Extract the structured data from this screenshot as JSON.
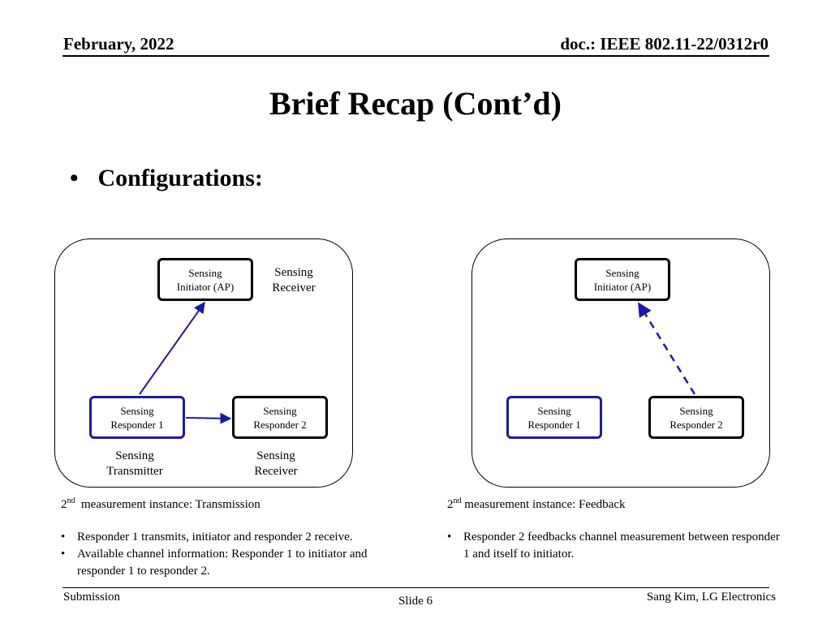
{
  "header": {
    "date": "February, 2022",
    "doc": "doc.: IEEE 802.11-22/0312r0"
  },
  "title": "Brief Recap (Cont’d)",
  "bullet": {
    "marker": "•",
    "text": "Configurations:"
  },
  "left_panel": {
    "initiator": [
      "Sensing",
      "Initiator (AP)"
    ],
    "receiver_top": [
      "Sensing",
      "Receiver"
    ],
    "responder1": [
      "Sensing",
      "Responder 1"
    ],
    "responder2": [
      "Sensing",
      "Responder 2"
    ],
    "transmitter_label": [
      "Sensing",
      "Transmitter"
    ],
    "receiver_bottom": [
      "Sensing",
      "Receiver"
    ],
    "caption": {
      "sup_base": "2",
      "sup": "nd",
      "text": "  measurement instance: Transmission"
    },
    "bullets": [
      "Responder 1 transmits, initiator and responder 2 receive.",
      "Available channel information: Responder 1 to initiator and responder 1 to responder 2."
    ]
  },
  "right_panel": {
    "initiator": [
      "Sensing",
      "Initiator (AP)"
    ],
    "responder1": [
      "Sensing",
      "Responder 1"
    ],
    "responder2": [
      "Sensing",
      "Responder 2"
    ],
    "caption": {
      "sup_base": "2",
      "sup": "nd",
      "text": " measurement instance: Feedback"
    },
    "bullets": [
      "Responder 2 feedbacks channel measurement between responder 1 and itself to initiator."
    ]
  },
  "footer": {
    "left": "Submission",
    "center": "Slide 6",
    "right": "Sang Kim, LG Electronics"
  },
  "colors": {
    "accent_blue": "#1a1aa6"
  }
}
